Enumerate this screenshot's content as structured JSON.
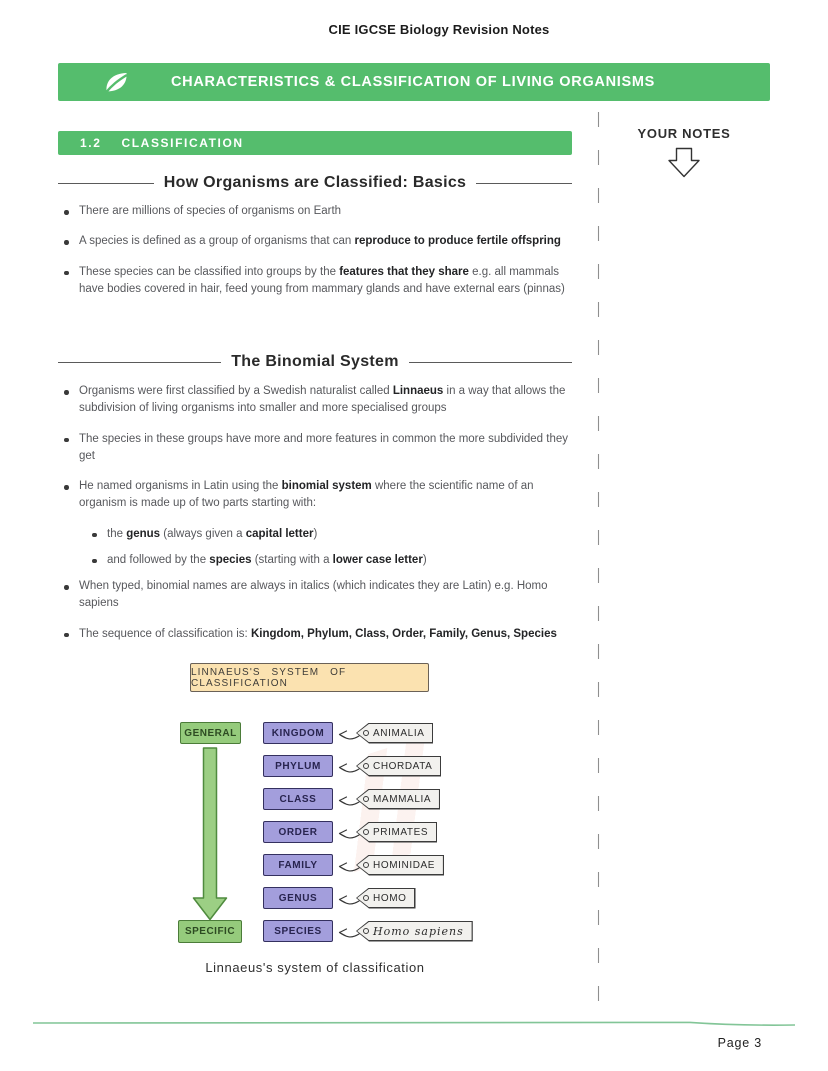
{
  "header": {
    "doc_title": "CIE IGCSE Biology Revision Notes",
    "banner_title": "CHARACTERISTICS & CLASSIFICATION OF LIVING ORGANISMS",
    "banner_color": "#55BD6D",
    "banner_icon": "leaf-icon"
  },
  "section": {
    "number": "1.2",
    "title": "CLASSIFICATION"
  },
  "side": {
    "notes_label": "YOUR NOTES",
    "notes_icon": "down-arrow-icon"
  },
  "footer": {
    "page_label": "Page 3"
  },
  "content": {
    "heading_basics": "How Organisms are Classified: Basics",
    "bullets_basics": [
      {
        "indent": 0,
        "segments": [
          {
            "text": "There are millions of species of organisms on Earth",
            "bold": false
          }
        ]
      },
      {
        "indent": 0,
        "segments": [
          {
            "text": "A species is defined as a group of organisms that can ",
            "bold": false
          },
          {
            "text": "reproduce to produce fertile offspring",
            "bold": true
          }
        ]
      },
      {
        "indent": 0,
        "segments": [
          {
            "text": "These species can be classified into groups by the ",
            "bold": false
          },
          {
            "text": "features that they share",
            "bold": true
          },
          {
            "text": " e.g. all mammals have bodies covered in hair, feed young from mammary glands and have external ears (pinnas)",
            "bold": false
          }
        ]
      }
    ],
    "heading_binomial": "The Binomial System",
    "bullets_binomial": [
      {
        "indent": 0,
        "segments": [
          {
            "text": "Organisms were first classified by a Swedish naturalist called ",
            "bold": false
          },
          {
            "text": "Linnaeus",
            "bold": true
          },
          {
            "text": " in a way that allows the subdivision of living organisms into smaller and more specialised groups",
            "bold": false
          }
        ]
      },
      {
        "indent": 0,
        "segments": [
          {
            "text": "The species in these groups have more and more features in common the more subdivided they get",
            "bold": false
          }
        ]
      },
      {
        "indent": 0,
        "segments": [
          {
            "text": "He named organisms in Latin using the  ",
            "bold": false
          },
          {
            "text": "binomial system",
            "bold": true
          },
          {
            "text": " where the scientific name of an organism is made up of two parts starting with:",
            "bold": false
          }
        ]
      },
      {
        "indent": 1,
        "segments": [
          {
            "text": "the ",
            "bold": false
          },
          {
            "text": "genus",
            "bold": true
          },
          {
            "text": " (always given a ",
            "bold": false
          },
          {
            "text": "capital letter",
            "bold": true
          },
          {
            "text": ")",
            "bold": false
          }
        ]
      },
      {
        "indent": 1,
        "segments": [
          {
            "text": "and followed by the ",
            "bold": false
          },
          {
            "text": "species",
            "bold": true
          },
          {
            "text": " (starting with a ",
            "bold": false
          },
          {
            "text": "lower case letter",
            "bold": true
          },
          {
            "text": ")",
            "bold": false
          }
        ]
      },
      {
        "indent": 0,
        "segments": [
          {
            "text": "When typed, binomial names are always in italics (which indicates they are Latin) e.g. Homo sapiens",
            "bold": false
          }
        ]
      },
      {
        "indent": 0,
        "segments": [
          {
            "text": "The sequence of classification is: ",
            "bold": false
          },
          {
            "text": "Kingdom, Phylum, Class, Order, Family, Genus, Species",
            "bold": true
          }
        ]
      }
    ]
  },
  "diagram": {
    "title": "LINNAEUS'S  SYSTEM  OF  CLASSIFICATION",
    "caption": "Linnaeus's system of classification",
    "general_label": "GENERAL",
    "specific_label": "SPECIFIC",
    "rows": [
      {
        "level": "KINGDOM",
        "example": "ANIMALIA",
        "handwritten": false
      },
      {
        "level": "PHYLUM",
        "example": "CHORDATA",
        "handwritten": false
      },
      {
        "level": "CLASS",
        "example": "MAMMALIA",
        "handwritten": false
      },
      {
        "level": "ORDER",
        "example": "PRIMATES",
        "handwritten": false
      },
      {
        "level": "FAMILY",
        "example": "HOMINIDAE",
        "handwritten": false
      },
      {
        "level": "GENUS",
        "example": "HOMO",
        "handwritten": false
      },
      {
        "level": "SPECIES",
        "example": "Homo  sapiens",
        "handwritten": true
      }
    ],
    "colors": {
      "level_fill": "#A39EDC",
      "level_border": "#34305f",
      "tag_fill": "#F2F1EE",
      "tag_border": "#3c3c3c",
      "general_fill": "#95CB7C",
      "general_border": "#4b7c39",
      "title_fill": "#FBE2B0"
    }
  }
}
